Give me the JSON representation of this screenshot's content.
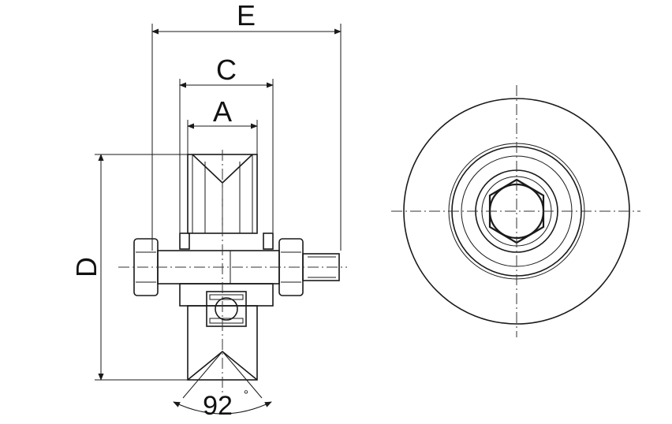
{
  "dimensions": {
    "E": "E",
    "C": "C",
    "A": "A",
    "D": "D",
    "angle_value": "92",
    "angle_unit": "°"
  },
  "colors": {
    "line": "#1a1a1a",
    "background": "#ffffff"
  }
}
